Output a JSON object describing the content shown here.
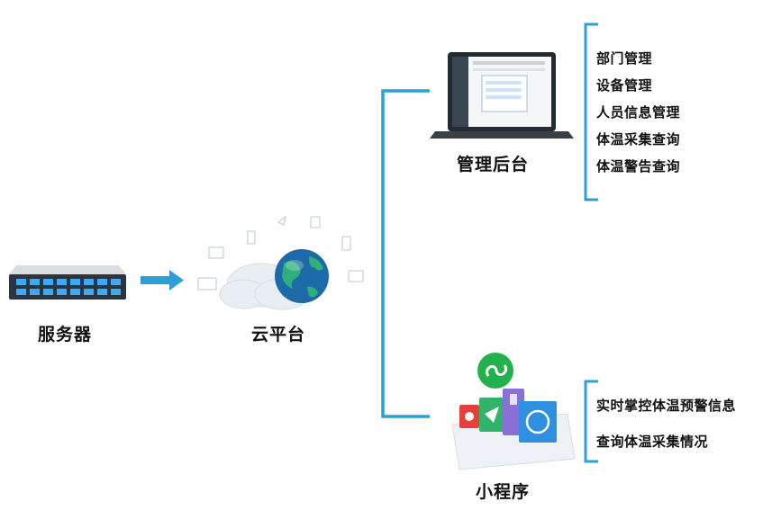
{
  "nodes": {
    "server": {
      "label": "服务器"
    },
    "cloud": {
      "label": "云平台"
    },
    "admin": {
      "label": "管理后台"
    },
    "miniapp": {
      "label": "小程序"
    }
  },
  "admin_features": [
    "部门管理",
    "设备管理",
    "人员信息管理",
    "体温采集查询",
    "体温警告查询"
  ],
  "miniapp_features": [
    "实时掌控体温预警信息",
    "查询体温采集情况"
  ],
  "colors": {
    "connector": "#2b9fd6",
    "bracket": "#2b9fd6",
    "arrow": "#2b9fd6",
    "miniapp_logo": "#22b14c"
  }
}
